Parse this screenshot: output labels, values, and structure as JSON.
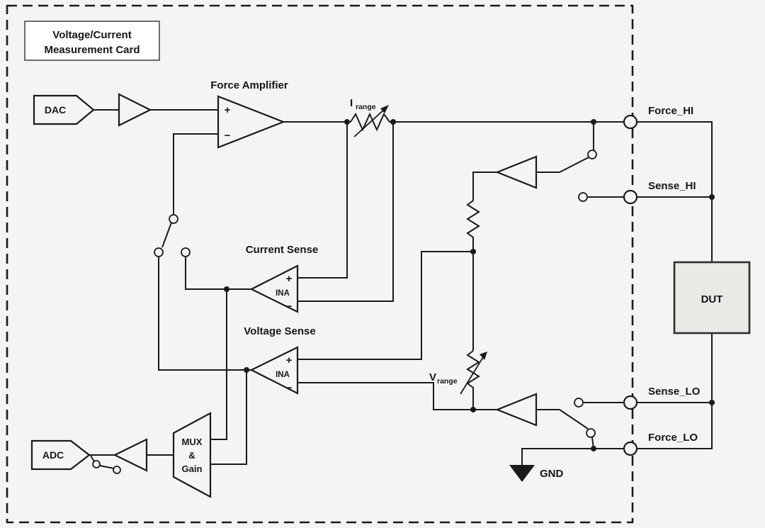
{
  "colors": {
    "background": "#f4f4f2",
    "line": "#1a1a1a",
    "block_fill": "#ffffff",
    "dut_fill": "#e9e9e6"
  },
  "card": {
    "title_line1": "Voltage/Current",
    "title_line2": "Measurement Card"
  },
  "blocks": {
    "dac": "DAC",
    "adc": "ADC",
    "dut": "DUT",
    "mux_line1": "MUX",
    "mux_line2": "&",
    "mux_line3": "Gain"
  },
  "amplifiers": {
    "force_amplifier": "Force Amplifier",
    "current_sense": "Current Sense",
    "voltage_sense": "Voltage Sense",
    "ina": "INA",
    "plus": "+",
    "minus": "−"
  },
  "ranges": {
    "i_range_symbol": "I",
    "i_range_subscript": "range",
    "v_range_symbol": "V",
    "v_range_subscript": "range"
  },
  "terminals": {
    "force_hi": "Force_HI",
    "sense_hi": "Sense_HI",
    "sense_lo": "Sense_LO",
    "force_lo": "Force_LO"
  },
  "ground": "GND"
}
